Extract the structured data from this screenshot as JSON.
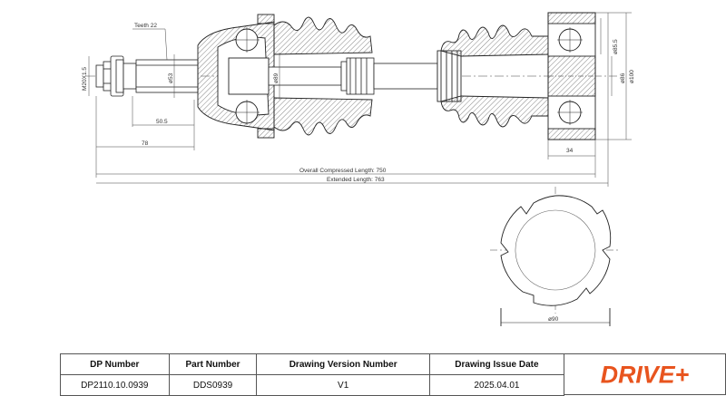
{
  "dimensions": {
    "teeth": "Teeth 22",
    "thread": "M20X1.5",
    "d53": "ø53",
    "d89": "ø89",
    "len_50_5": "50.5",
    "len_78": "78",
    "overall_compressed": "Overall Compressed Length: 750",
    "extended": "Extended Length: 763",
    "d85_5": "ø85.5",
    "d86": "ø86",
    "d100": "ø100",
    "len_34": "34",
    "d90": "ø90"
  },
  "title_block": {
    "headers": [
      "DP Number",
      "Part Number",
      "Drawing Version Number",
      "Drawing Issue Date"
    ],
    "values": [
      "DP2110.10.0939",
      "DDS0939",
      "V1",
      "2025.04.01"
    ]
  },
  "logo": {
    "text": "DRIVE+",
    "color": "#e8541e"
  }
}
